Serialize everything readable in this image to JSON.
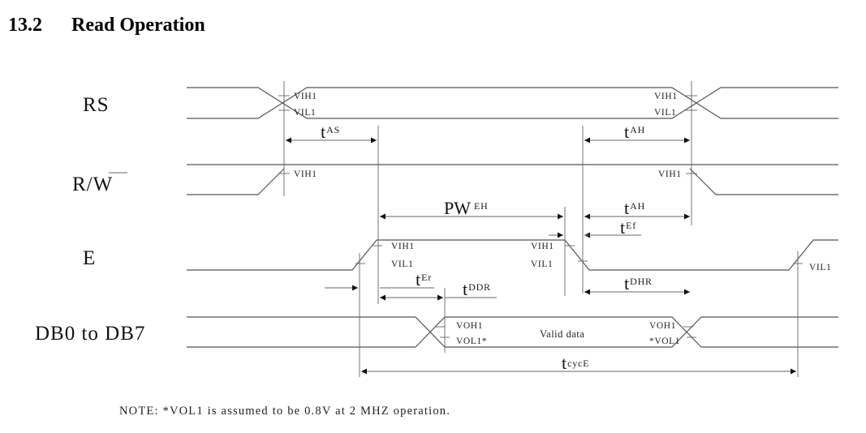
{
  "section": {
    "number": "13.2",
    "title": "Read Operation"
  },
  "signals": {
    "rs": "RS",
    "rw": {
      "base": "R/",
      "overline": "W"
    },
    "e": "E",
    "db": "DB0 to DB7"
  },
  "levels": {
    "vih1": "VIH1",
    "vil1": "VIL1",
    "voh1": "VOH1",
    "vol1_star_after": "VOL1*",
    "vol1_star_before": "*VOL1"
  },
  "timing": {
    "tas": {
      "main": "t",
      "sub": "AS"
    },
    "tah1": {
      "main": "t",
      "sub": "AH"
    },
    "tah2": {
      "main": "t",
      "sub": "AH"
    },
    "pweh": {
      "main": "PW",
      "sub": "EH"
    },
    "tef": {
      "main": "t",
      "sub": "Ef"
    },
    "ter": {
      "main": "t",
      "sub": "Er"
    },
    "tddr": {
      "main": "t",
      "sub": "DDR"
    },
    "tdhr": {
      "main": "t",
      "sub": "DHR"
    },
    "tcyce": {
      "main": "t",
      "sub": "cycE"
    }
  },
  "valid_data": "Valid data",
  "note": "NOTE: *VOL1 is assumed to be 0.8V at 2 MHZ operation."
}
